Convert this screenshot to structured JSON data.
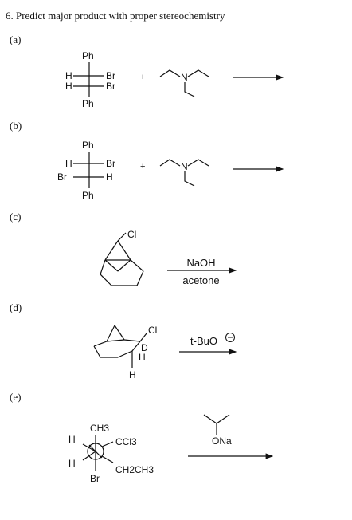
{
  "question_title": "6. Predict major product with proper stereochemistry",
  "parts": [
    {
      "label": "(a)",
      "plus": "+",
      "atoms": {
        "top": "Ph",
        "bottom": "Ph",
        "r1_left": "H",
        "r1_right": "Br",
        "r2_left": "H",
        "r2_right": "Br"
      },
      "amine_N": "N"
    },
    {
      "label": "(b)",
      "plus": "+",
      "atoms": {
        "top": "Ph",
        "bottom": "Ph",
        "r1_left": "H",
        "r1_right": "Br",
        "r2_left": "Br",
        "r2_right": "H"
      },
      "amine_N": "N"
    },
    {
      "label": "(c)",
      "substituent": "Cl",
      "reagent_top": "NaOH",
      "reagent_bottom": "acetone"
    },
    {
      "label": "(d)",
      "sub_cl": "Cl",
      "sub_d": "D",
      "sub_h1": "H",
      "sub_h2": "H",
      "reagent_top": "t-BuO"
    },
    {
      "label": "(e)",
      "front_top": "CH3",
      "front_left_top": "H",
      "front_left_bottom": "H",
      "front_bottom": "Br",
      "back_right_top": "CCl3",
      "back_right_bottom": "CH2CH3",
      "reagent_label": "ONa"
    }
  ]
}
